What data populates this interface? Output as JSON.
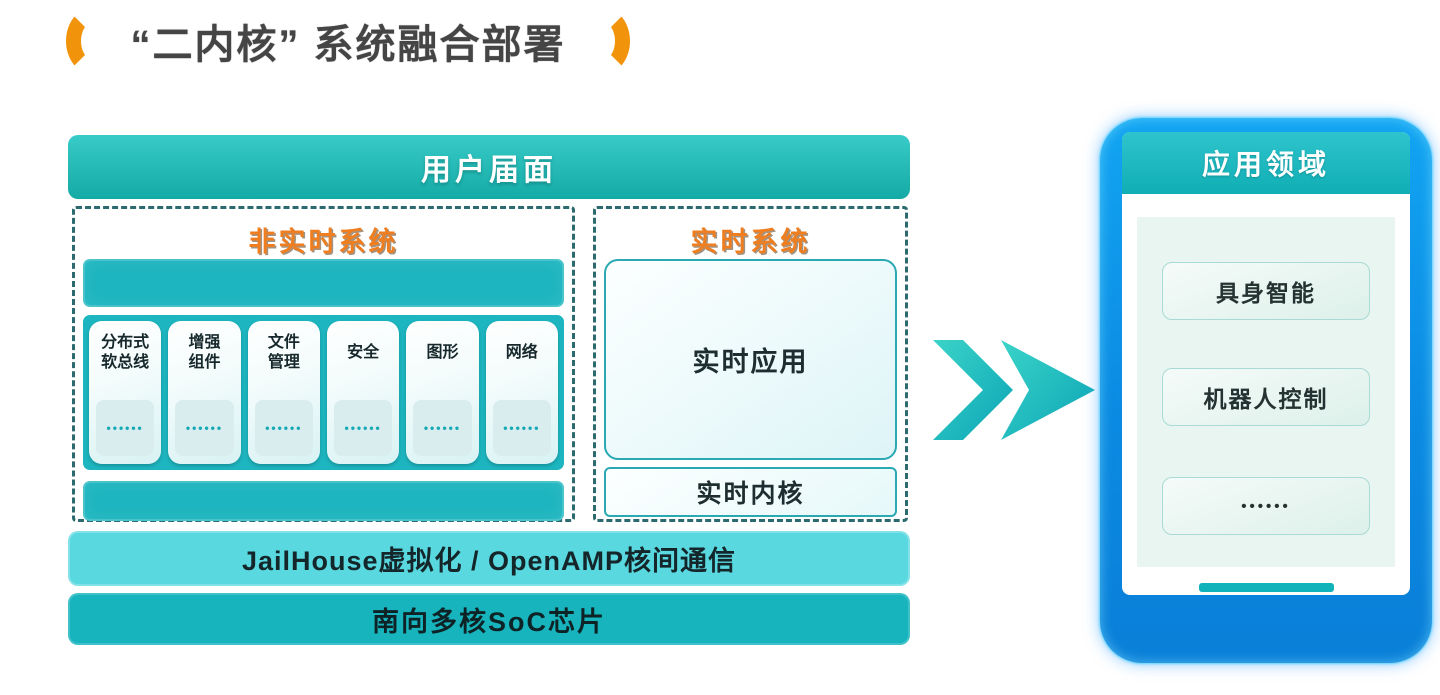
{
  "title": {
    "text": "“二内核” 系统融合部署",
    "bracket_color": "#F2930C"
  },
  "diagram": {
    "header": {
      "label": "用户届面"
    },
    "non_rt": {
      "title": "非实时系统",
      "top_bar_label": "",
      "bottom_bar_label": "",
      "cards": [
        {
          "line1": "分布式",
          "line2": "软总线",
          "dots": "••••••"
        },
        {
          "line1": "增强",
          "line2": "组件",
          "dots": "••••••"
        },
        {
          "line1": "文件",
          "line2": "管理",
          "dots": "••••••"
        },
        {
          "line1": "安全",
          "line2": "",
          "dots": "••••••"
        },
        {
          "line1": "图形",
          "line2": "",
          "dots": "••••••"
        },
        {
          "line1": "网络",
          "line2": "",
          "dots": "••••••"
        }
      ]
    },
    "rt": {
      "title": "实时系统",
      "app_label": "实时应用",
      "kernel_label": "实时内核"
    },
    "middleware_label": "JailHouse虚拟化 / OpenAMP核间通信",
    "soc_label": "南向多核SoC芯片"
  },
  "arrow": {
    "name": "double-chevron-right",
    "color_from": "#3BD4C8",
    "color_to": "#0BA4B6"
  },
  "phone": {
    "header": "应用领域",
    "items": [
      {
        "label": "具身智能"
      },
      {
        "label": "机器人控制"
      },
      {
        "label": "••••••"
      }
    ]
  },
  "colors": {
    "accent_orange": "#F2930C",
    "teal": "#17B4BD",
    "light_cyan_bar": "#59D8DF",
    "phone_frame_blue": "#0C8FE8"
  }
}
